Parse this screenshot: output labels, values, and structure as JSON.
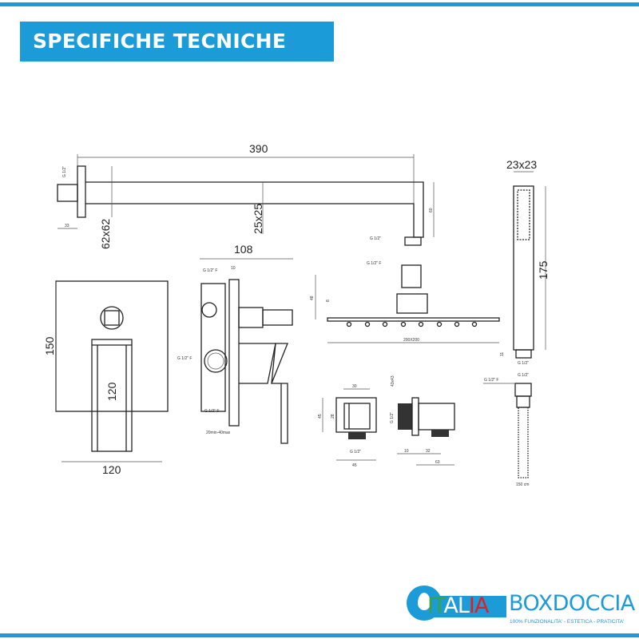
{
  "header": {
    "title": "SPECIFICHE TECNICHE"
  },
  "shower_arm": {
    "length": "390",
    "flange": "62x62",
    "section": "25x25",
    "thread_in": "G 1/2\"",
    "thread_out": "G 1/2\"",
    "depth": "33",
    "drop": "60"
  },
  "mixer_front": {
    "height": "150",
    "lever_height": "120",
    "width": "120"
  },
  "mixer_side": {
    "depth": "108",
    "thread_top": "G 1/2\" F",
    "plate": "10",
    "thread_side": "G 1/2\" F",
    "thread_bottom": "G 1/2\" F",
    "adjust": "20min-40max"
  },
  "shower_head": {
    "thread": "G 1/2\" F",
    "height": "48",
    "thickness": "8",
    "size": "200X200"
  },
  "hand_shower": {
    "section": "23x23",
    "length": "175",
    "thread": "G 1/2\"",
    "bottom": "11"
  },
  "wall_elbow": {
    "front_width": "30",
    "front_height": "45",
    "inner_height": "28",
    "thread": "G 1/2\"",
    "total_width": "45",
    "side_thread": "G 1/2\"",
    "side_top": "43x43",
    "side_a": "10",
    "side_b": "32",
    "side_total": "63"
  },
  "hose": {
    "thread_top": "G 1/2\" F",
    "thread_nut": "G 1/2\"",
    "length": "150 cm"
  },
  "logo": {
    "brand_part1": "ITALIA",
    "brand_part2": "BOXDOCCIA",
    "tagline": "100% FUNZIONALITA' - ESTETICA - PRATICITA'",
    "colors": {
      "blue": "#1b9bd7",
      "green": "#3aa63a",
      "red": "#e02020"
    }
  }
}
